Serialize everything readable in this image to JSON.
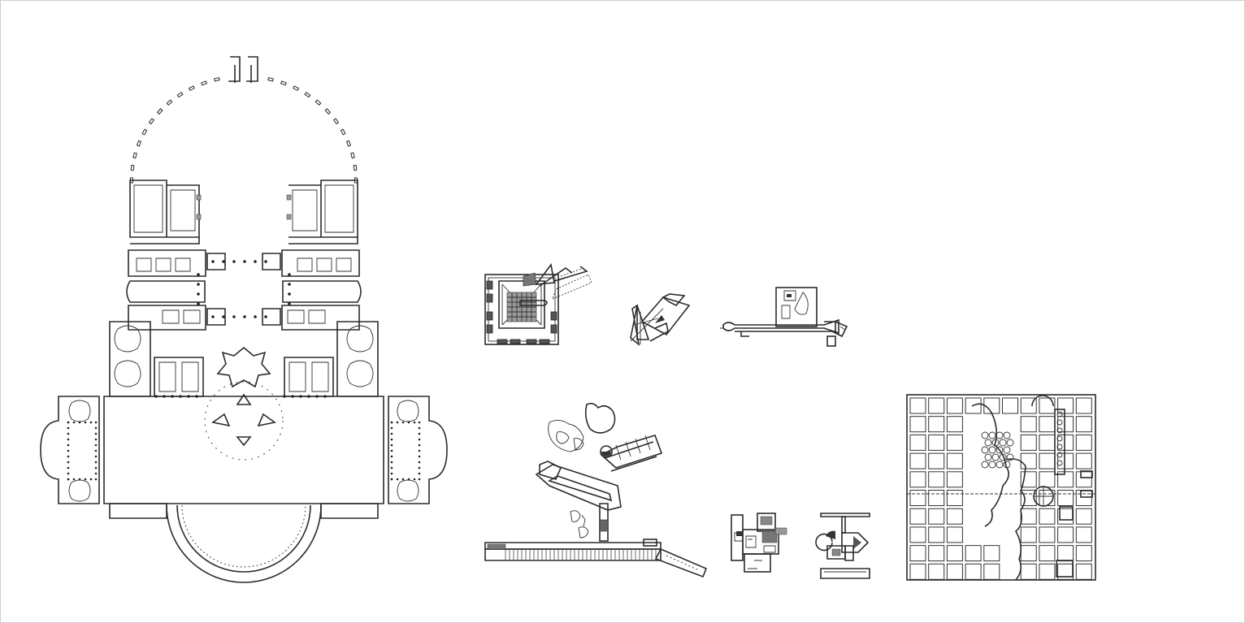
{
  "canvas": {
    "background": "#ffffff",
    "line_color": "#2b2b2b"
  },
  "drawings": [
    {
      "id": "large-cathedral-plan",
      "kind": "floor-plan"
    },
    {
      "id": "square-courtyard-plan",
      "kind": "floor-plan"
    },
    {
      "id": "angular-sculptural-plan",
      "kind": "floor-plan"
    },
    {
      "id": "villa-with-ramp-plan",
      "kind": "floor-plan"
    },
    {
      "id": "campus-with-long-corridor-plan",
      "kind": "floor-plan"
    },
    {
      "id": "small-house-plan",
      "kind": "floor-plan"
    },
    {
      "id": "t-shaped-plan",
      "kind": "floor-plan"
    },
    {
      "id": "grid-block-plan",
      "kind": "floor-plan"
    }
  ]
}
